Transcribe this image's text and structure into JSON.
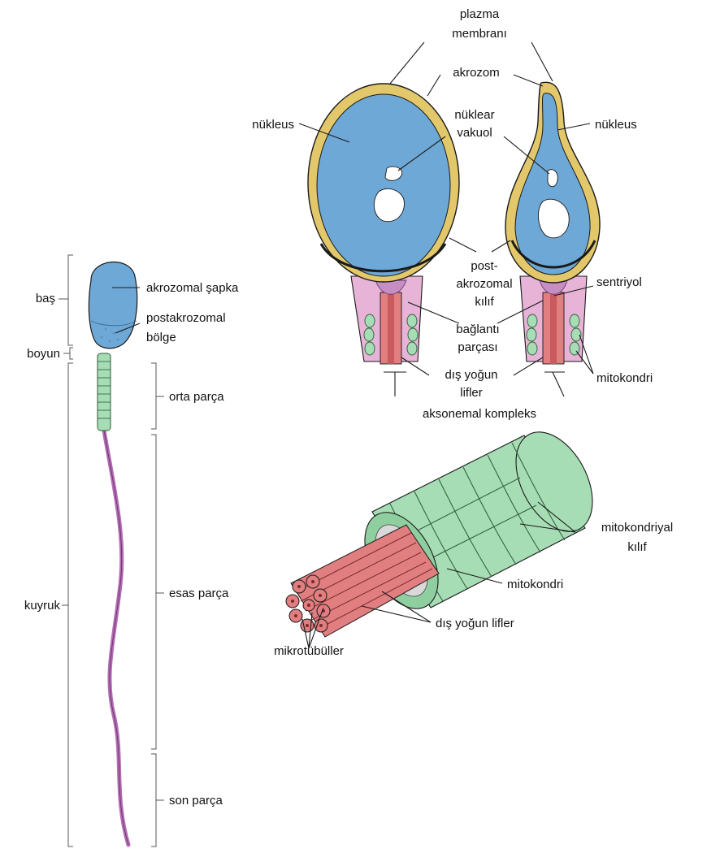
{
  "colors": {
    "head": "#6ea8d6",
    "membrane_gold": "#e2c86a",
    "tail": "#b46cb4",
    "neck_pink": "#e7b4d8",
    "mitochondria_green": "#a6ddb4",
    "fibers_red": "#e07e80"
  },
  "labels": {
    "plazma_membrani": "plazma\nmembranı",
    "akrozom": "akrozom",
    "nukleus_left": "nükleus",
    "nuklear_vakuol": "nüklear\nvakuol",
    "nukleus_right": "nükleus",
    "post_akrozomal_kilif": "post-\nakrozomal\nkılıf",
    "sentriyol": "sentriyol",
    "baglanti_parcasi": "bağlantı\nparçası",
    "dis_yogun_lifler_top": "dış yoğun\nlifler",
    "mitokondri_top": "mitokondri",
    "aksonemal_kompleks": "aksonemal kompleks",
    "bas": "baş",
    "akrozomal_sapka": "akrozomal şapka",
    "postakrozomal_bolge": "postakrozomal\nbölge",
    "boyun": "boyun",
    "orta_parca": "orta parça",
    "kuyruk": "kuyruk",
    "esas_parca": "esas parça",
    "son_parca": "son parça",
    "mitokondriyal_kilif": "mitokondriyal\nkılıf",
    "mitokondri_bottom": "mitokondri",
    "dis_yogun_lifler_bottom": "dış yoğun lifler",
    "mikrotubuller": "mikrotübüller"
  }
}
